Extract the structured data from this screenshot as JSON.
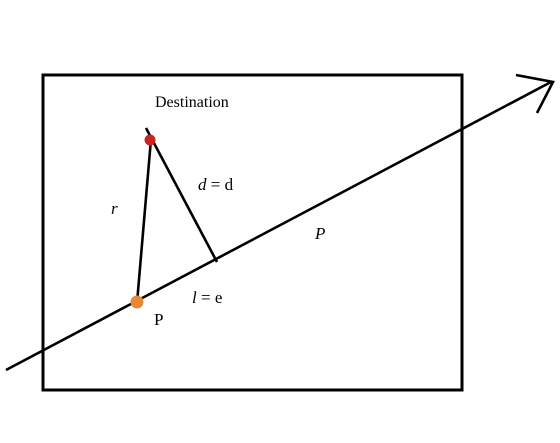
{
  "diagram": {
    "labels": {
      "destination": "Destination",
      "r": "r",
      "d_var": "d",
      "d_rhs": " = d",
      "l_var": "l",
      "l_rhs": " = e",
      "path": "P",
      "point": "P"
    },
    "colors": {
      "stroke": "#000000",
      "destination_dot": "#cc2222",
      "point_dot": "#e8893a",
      "background": "#ffffff"
    },
    "icons": {
      "arrowhead": "open-arrowhead"
    }
  }
}
